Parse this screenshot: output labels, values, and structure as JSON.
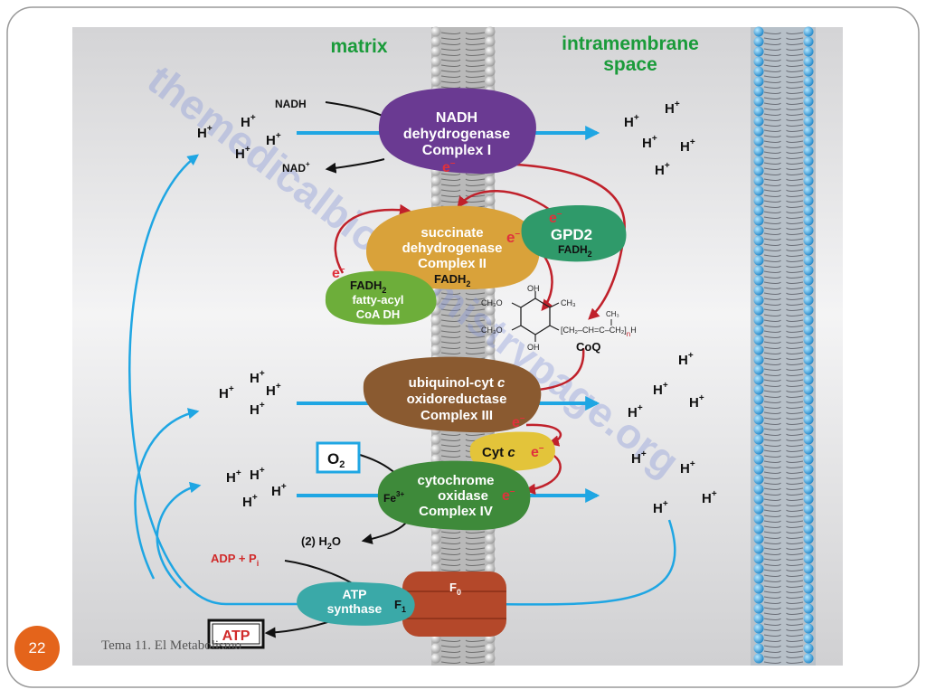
{
  "regions": {
    "left": "matrix",
    "right_top": "intramembrane",
    "right_bottom": "space"
  },
  "watermark": "themedicalbiochemistrypage.org",
  "complexes": {
    "complex1": {
      "line1": "NADH",
      "line2": "dehydrogenase",
      "line3": "Complex I"
    },
    "complex2": {
      "line1": "succinate",
      "line2": "dehydrogenase",
      "line3": "Complex II",
      "line4": "FADH"
    },
    "gpd2": {
      "line1": "GPD2",
      "line2": "FADH"
    },
    "fattyacyl": {
      "line1": "FADH",
      "line2": "fatty-acyl",
      "line3": "CoA DH"
    },
    "complex3": {
      "line1": "ubiquinol-cyt",
      "line1_italic": "c",
      "line2": "oxidoreductase",
      "line3": "Complex III"
    },
    "cytc": {
      "label": "Cyt",
      "italic": "c"
    },
    "complex4": {
      "line1": "cytochrome",
      "line2": "oxidase",
      "line3": "Complex IV",
      "fe": "Fe",
      "fe_sup": "3+"
    },
    "atp_synthase": {
      "line1": "ATP",
      "line2": "synthase",
      "f1": "F",
      "f1_sub": "1",
      "f0": "F",
      "f0_sub": "0"
    }
  },
  "molecules": {
    "nadh": "NADH",
    "nad": "NAD",
    "nad_sup": "+",
    "o2": "O",
    "o2_sub": "2",
    "h2o_prefix": "(2) H",
    "h2o_sub": "2",
    "h2o_suffix": "O",
    "adp": "ADP + P",
    "adp_sub": "i",
    "atp": "ATP",
    "coq": "CoQ",
    "coq_ch3o_top": "CH₃O",
    "coq_ch3o_bottom": "CH₃O",
    "coq_oh_top": "OH",
    "coq_oh_bottom": "OH",
    "coq_ch3": "CH₃",
    "coq_chain": "[CH₂–CH=C–CH₂]",
    "coq_n": "n",
    "coq_h": "H",
    "coq_chain_ch3": "CH₃"
  },
  "symbols": {
    "proton": "H",
    "proton_sup": "+",
    "electron": "e",
    "electron_sup": "–"
  },
  "footer": {
    "page_number": "22",
    "text": "Tema 11. El Metabolismo"
  },
  "colors": {
    "complex1": "#6a3a92",
    "complex2": "#d9a23a",
    "gpd2": "#2f9a6a",
    "fattyacyl": "#6dae3a",
    "complex3": "#8a5a30",
    "cytc": "#e3c43a",
    "complex4": "#3e8a3a",
    "atp_synthase": "#3aa9a8",
    "f0": "#b4482a",
    "proton_arrow": "#1fa6e3",
    "electron_arrow": "#c0212b",
    "label_green": "#1a9b3a",
    "pagenum": "#e4641b"
  }
}
